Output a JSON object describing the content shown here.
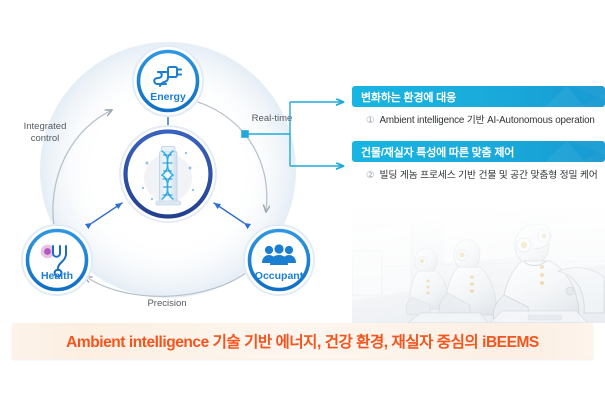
{
  "diagram": {
    "center_node": {
      "label": "",
      "icon": "building-dna-icon"
    },
    "nodes": [
      {
        "id": "energy",
        "label": "Energy",
        "icon": "power-plug-icon"
      },
      {
        "id": "health",
        "label": "Health",
        "icon": "stethoscope-icon"
      },
      {
        "id": "occupant",
        "label": "Occupant",
        "icon": "people-group-icon"
      }
    ],
    "flow_labels": [
      {
        "id": "integrated-control",
        "line1": "Integrated",
        "line2": "control"
      },
      {
        "id": "real-time",
        "line1": "Real-time",
        "line2": ""
      },
      {
        "id": "precision",
        "line1": "Precision",
        "line2": ""
      }
    ],
    "colors": {
      "node_ring": "#1a7fd1",
      "center_ring": "#2c4fa8",
      "label_blue": "#1b7fd4",
      "flow_gray": "#555b61",
      "arrow_blue": "#2f6fd0",
      "cycle_arc": "#c2c9d0"
    }
  },
  "panels": [
    {
      "id": "panel-1",
      "header": "변화하는 환경에 대응",
      "number": "①",
      "text": "Ambient intelligence 기반 AI-Autonomous operation"
    },
    {
      "id": "panel-2",
      "header": "건물/재실자 특성에 따른 맞춤 제어",
      "number": "②",
      "text": "빌딩 게놈 프로세스 기반 건물 및 공간 맞춤형 정밀 케어"
    }
  ],
  "photo": {
    "name": "robot-workers-photo",
    "alt": "Three white humanoid robots working at laptops"
  },
  "banner": {
    "text": "Ambient intelligence 기술 기반 에너지, 건강 환경, 재실자 중심의 iBEEMS",
    "color": "#f4541d"
  },
  "connector": {
    "color": "#22a9dc"
  }
}
